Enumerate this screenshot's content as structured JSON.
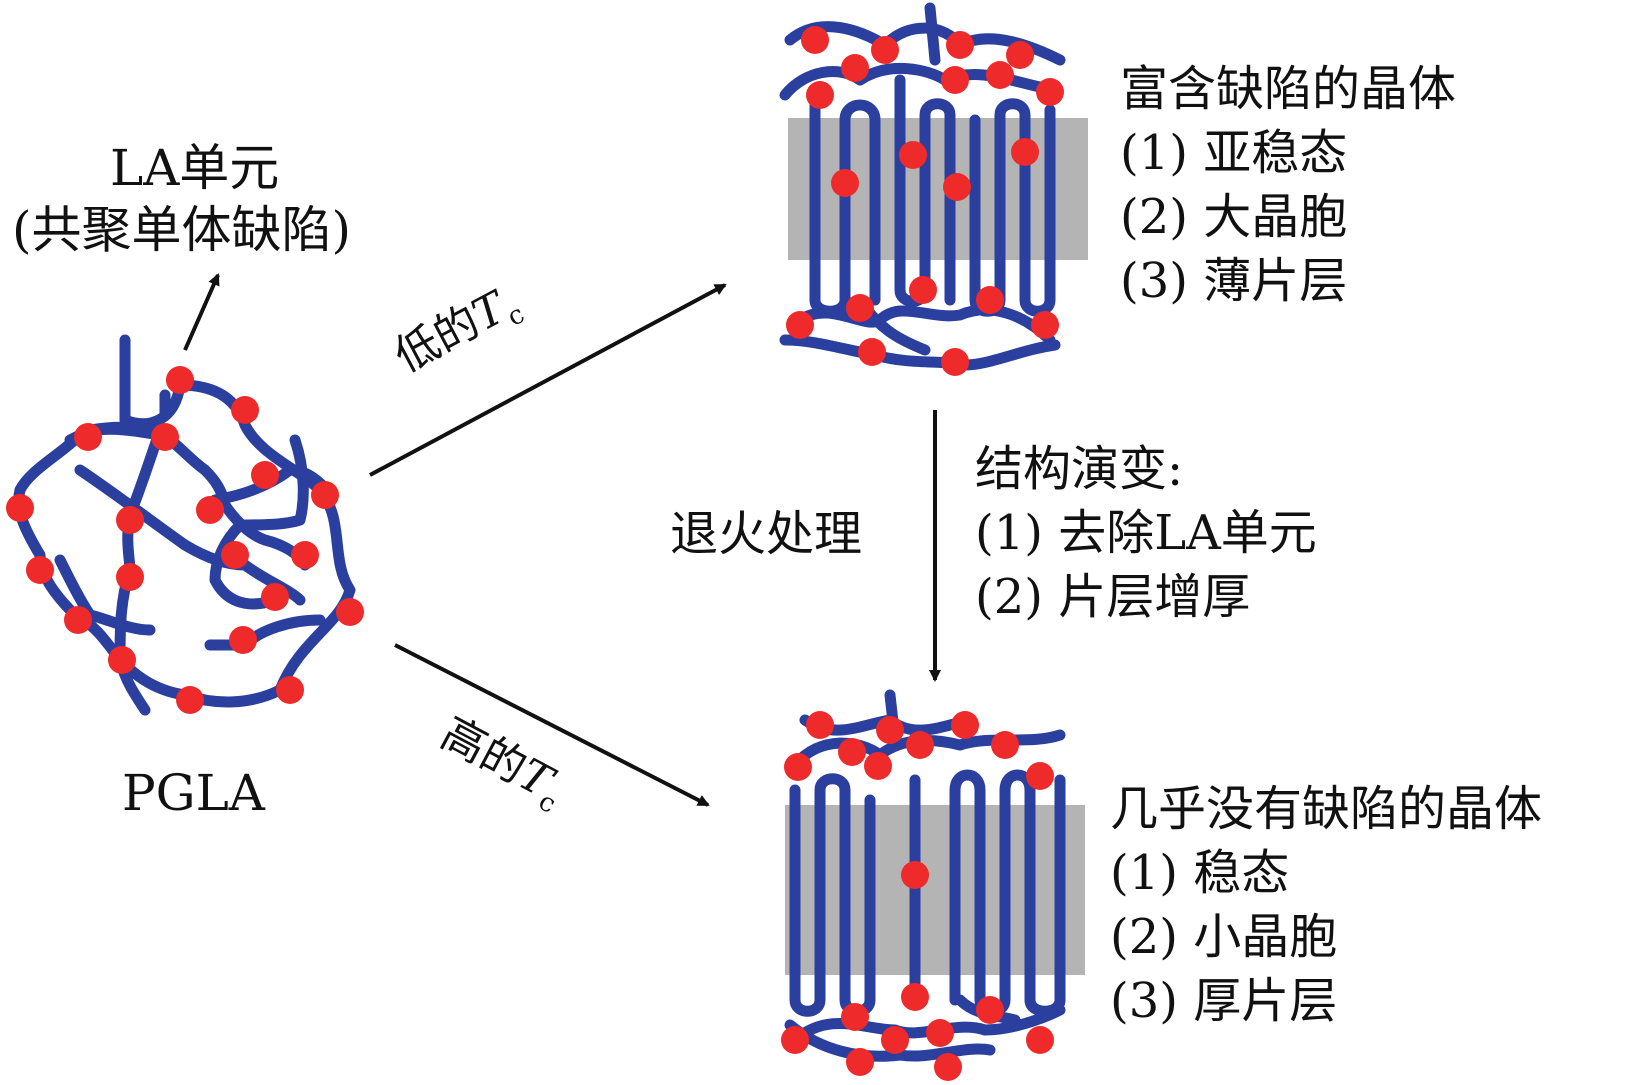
{
  "pgla": {
    "label": "PGLA",
    "unit_line1": "LA单元",
    "unit_line2": "(共聚单体缺陷)"
  },
  "arrows": {
    "low_tc_prefix": "低的",
    "high_tc_prefix": "高的",
    "tc_symbol": "T",
    "tc_subscript": "c"
  },
  "top_crystal": {
    "title": "富含缺陷的晶体",
    "items": [
      "(1) 亚稳态",
      "(2) 大晶胞",
      "(3) 薄片层"
    ]
  },
  "annealing": {
    "label": "退火处理",
    "evolution_title": "结构演变:",
    "evolution_items": [
      "(1) 去除LA单元",
      "(2) 片层增厚"
    ]
  },
  "bottom_crystal": {
    "title": "几乎没有缺陷的晶体",
    "items": [
      "(1) 稳态",
      "(2) 小晶胞",
      "(3) 厚片层"
    ]
  },
  "colors": {
    "chain": "#2b3f9e",
    "defect": "#ee2a2a",
    "lamella": "#b4b4b4",
    "arrow": "#111111"
  }
}
